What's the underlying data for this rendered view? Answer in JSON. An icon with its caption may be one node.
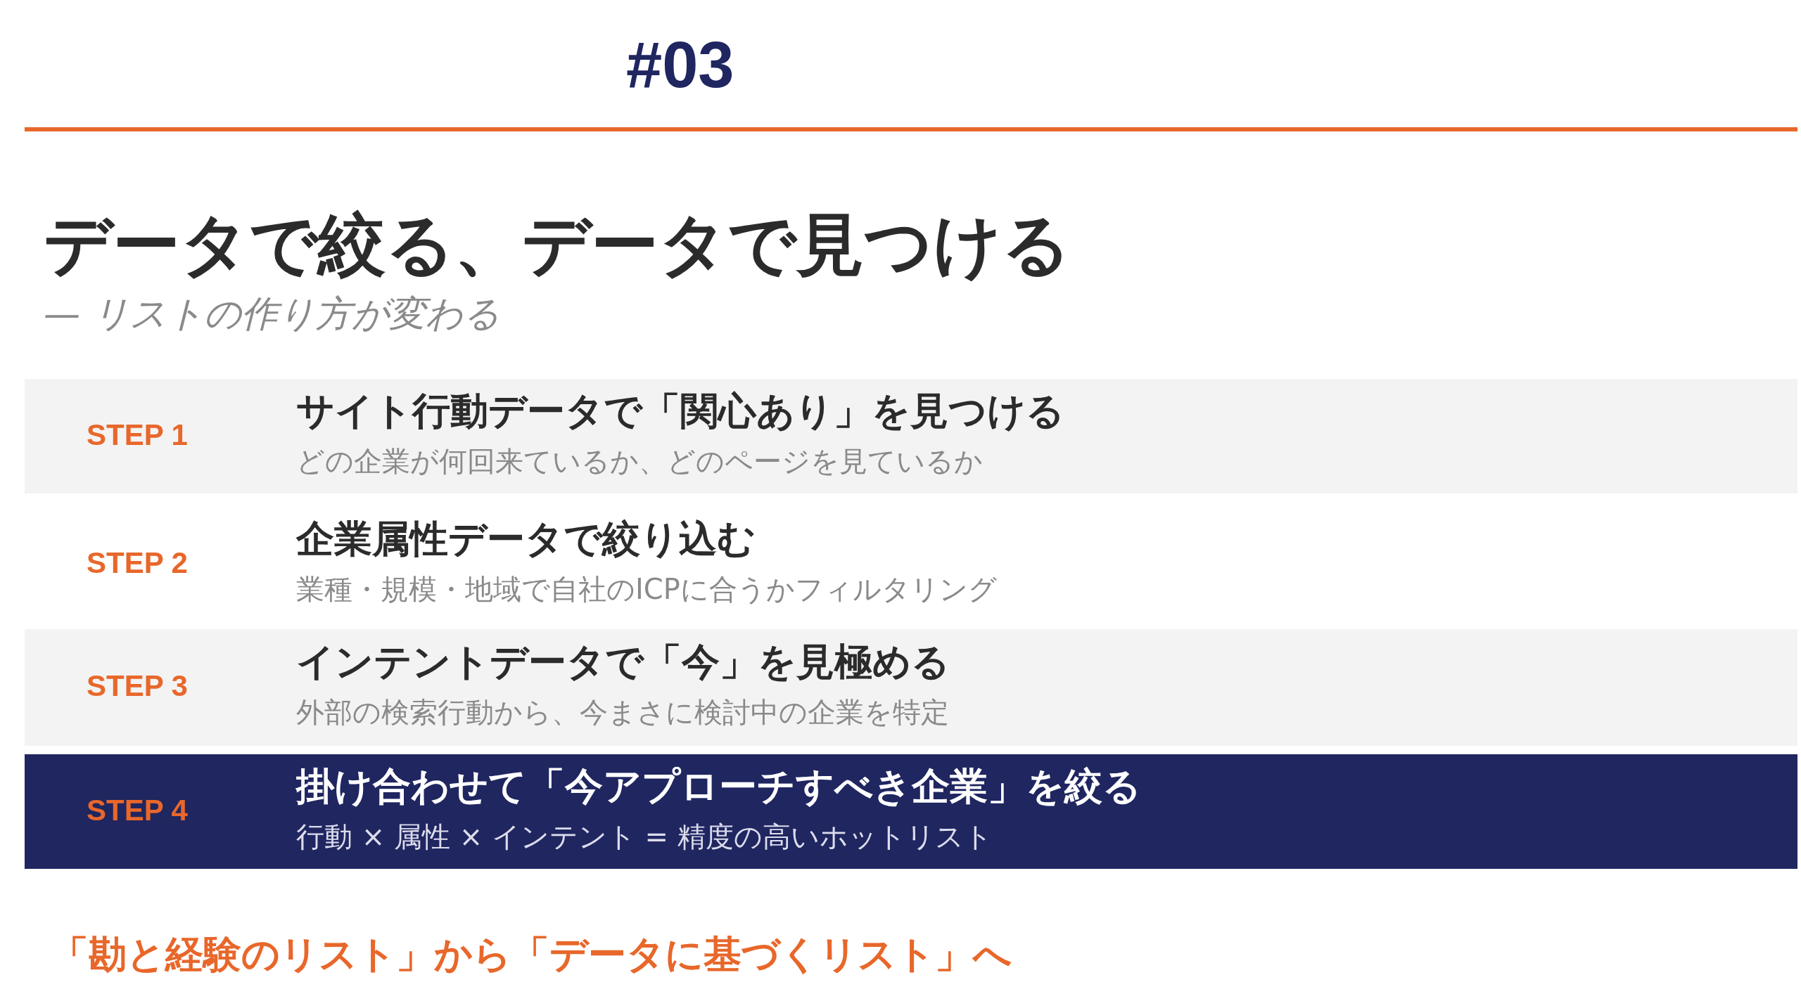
{
  "diagram": {
    "title": "データで絞る、データで見つける",
    "caption": "「勘と経験のリスト」から「データに基づくリスト」へ",
    "nodes": [
      {
        "text": [
          "STEP 1",
          "サイト行動データで「関心あり」を見つける",
          "どの企業が何回来ているか、どのページを見ているか"
        ]
      },
      {
        "text": [
          "STEP 2",
          "企業属性データで絞り込む",
          "業種・規模・地域で自社のICPに合うかフィルタリング"
        ]
      },
      {
        "text": [
          "STEP 3",
          "インテントデータで「今」を見極める",
          "外部の検索行動から、今まさに検討中の企業を特定"
        ]
      },
      {
        "text": [
          "STEP 4",
          "掛け合わせて「今アプローチすべき企業」を絞る",
          "行動 × 属性 × インテント = 精度の高いホットリスト"
        ]
      }
    ],
    "labels": [
      "#03",
      "— リストの作り方が変わる"
    ]
  }
}
